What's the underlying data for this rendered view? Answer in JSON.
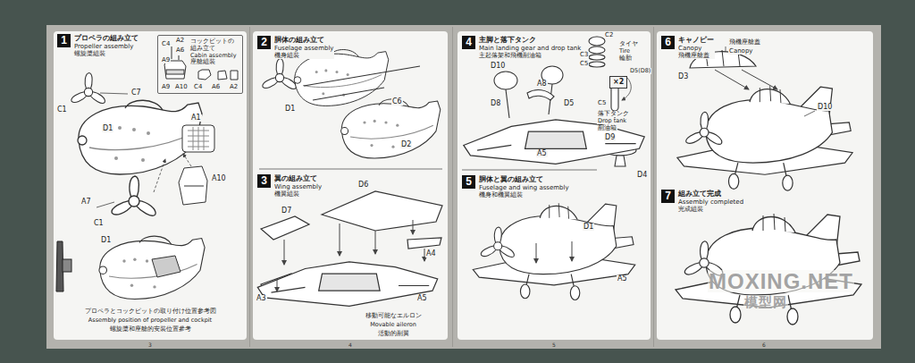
{
  "diagram": {
    "nodes": [
      {
        "text": [
          "1",
          "プロペラの組み立て",
          "Propeller assembly",
          "螺旋槳組裝"
        ]
      },
      {
        "text": [
          "コックピットの組み立て",
          "Cabin assembly",
          "座艙組裝"
        ]
      },
      {
        "text": [
          "2",
          "胴体の組み立て",
          "Fuselage assembly",
          "機身組裝"
        ]
      },
      {
        "text": [
          "3",
          "翼の組み立て",
          "Wing assembly",
          "機翼組裝"
        ]
      },
      {
        "text": [
          "4",
          "主脚と落下タンク",
          "Main landing gear and drop tank",
          "主起落架和飛機副油箱"
        ]
      },
      {
        "text": [
          "×2"
        ]
      },
      {
        "text": [
          "5",
          "胴体と翼の組み立て",
          "Fuselage and wing assembly",
          "機身和機翼組裝"
        ]
      },
      {
        "text": [
          "6",
          "キャノピー",
          "Canopy",
          "飛機座艙蓋"
        ]
      },
      {
        "text": [
          "7",
          "組み立て完成",
          "Assembly completed",
          "完成組裝"
        ]
      }
    ],
    "labels": [
      "A2",
      "C4",
      "A6",
      "A9",
      "A2",
      "C4",
      "A6",
      "A9",
      "A10",
      "C7",
      "C1",
      "D1",
      "A1",
      "A10",
      "A7",
      "C1",
      "D1",
      "プロペラとコックピットの取り付け位置参考図",
      "Assembly position of propeller and cockpit",
      "螺旋槳和座艙的安裝位置參考",
      "3",
      "D1",
      "C6",
      "D2",
      "D6",
      "D7",
      "A4",
      "A3",
      "A5",
      "移動可能なエルロン",
      "Movable aileron",
      "活動的副翼",
      "4",
      "C2",
      "タイヤ",
      "Tire",
      "輪胎",
      "C3",
      "C5",
      "D10",
      "D5(D8)",
      "A8",
      "D8",
      "D5",
      "C5",
      "落下タンク",
      "Drop tank",
      "副油箱",
      "A5",
      "D9",
      "D4",
      "D1",
      "A5",
      "5",
      "飛機座艙蓋",
      "Canopy",
      "D3",
      "D10",
      "MOXING.NET",
      "模型网",
      "6"
    ]
  }
}
